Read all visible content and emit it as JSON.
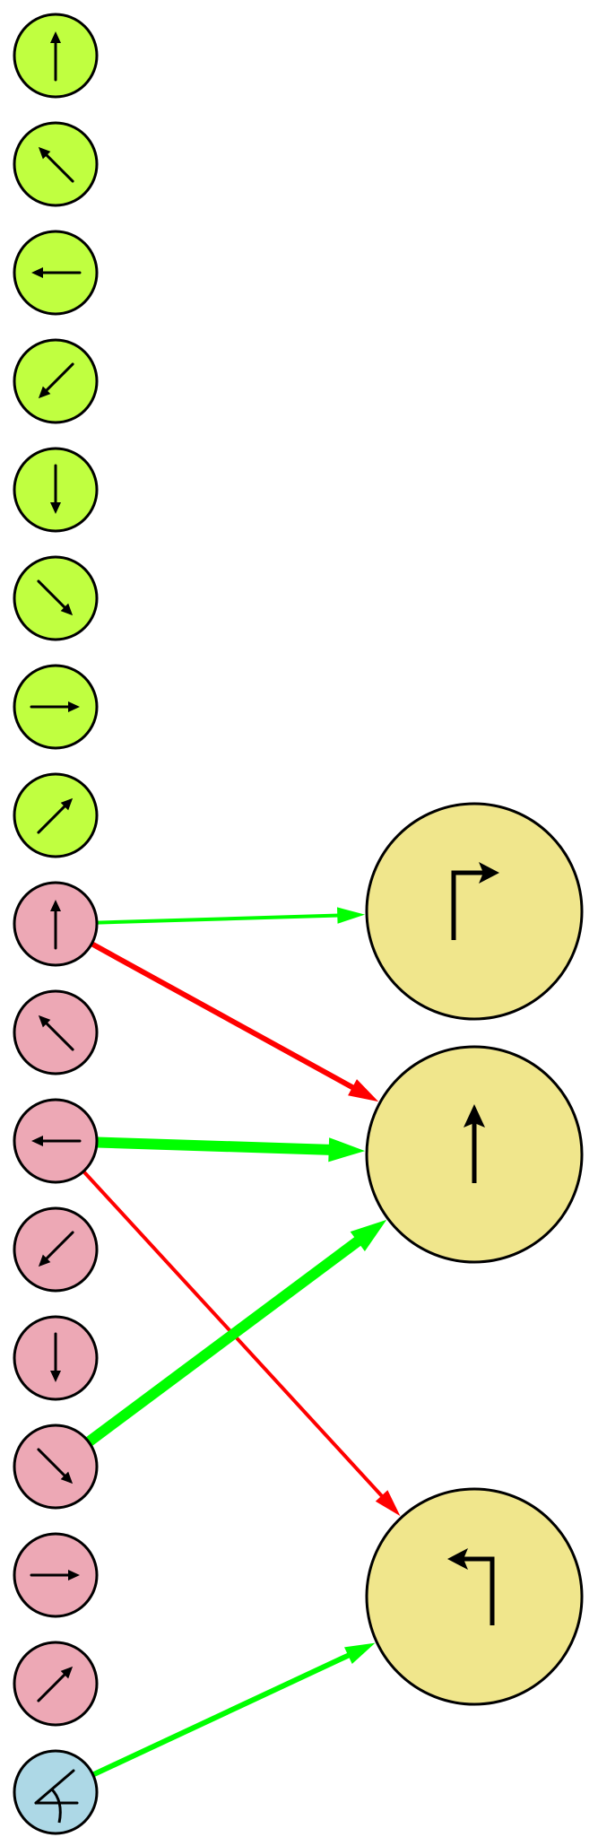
{
  "colors": {
    "background": "#ffffff",
    "green_node": "#c0ff40",
    "pink_node": "#eda8b5",
    "blue_node": "#add8e6",
    "output_node": "#f0e68c",
    "excitatory_edge": "#00ff00",
    "inhibitory_edge": "#ff0000",
    "stroke": "#000000"
  },
  "input_nodes": [
    {
      "group": "green",
      "icon": "arrow-up-icon"
    },
    {
      "group": "green",
      "icon": "arrow-up-left-icon"
    },
    {
      "group": "green",
      "icon": "arrow-left-icon"
    },
    {
      "group": "green",
      "icon": "arrow-down-left-icon"
    },
    {
      "group": "green",
      "icon": "arrow-down-icon"
    },
    {
      "group": "green",
      "icon": "arrow-down-right-icon"
    },
    {
      "group": "green",
      "icon": "arrow-right-icon"
    },
    {
      "group": "green",
      "icon": "arrow-up-right-icon"
    },
    {
      "group": "pink",
      "icon": "arrow-up-icon"
    },
    {
      "group": "pink",
      "icon": "arrow-up-left-icon"
    },
    {
      "group": "pink",
      "icon": "arrow-left-icon"
    },
    {
      "group": "pink",
      "icon": "arrow-down-left-icon"
    },
    {
      "group": "pink",
      "icon": "arrow-down-icon"
    },
    {
      "group": "pink",
      "icon": "arrow-down-right-icon"
    },
    {
      "group": "pink",
      "icon": "arrow-right-icon"
    },
    {
      "group": "pink",
      "icon": "arrow-up-right-icon"
    },
    {
      "group": "blue",
      "icon": "angle-icon"
    }
  ],
  "output_nodes": [
    {
      "icon": "turn-right-icon"
    },
    {
      "icon": "straight-up-icon"
    },
    {
      "icon": "turn-left-icon"
    }
  ],
  "edges": [
    {
      "from": 8,
      "to": 0,
      "type": "excitatory",
      "weight": 1
    },
    {
      "from": 8,
      "to": 1,
      "type": "inhibitory",
      "weight": 2
    },
    {
      "from": 10,
      "to": 1,
      "type": "excitatory",
      "weight": 3
    },
    {
      "from": 10,
      "to": 2,
      "type": "inhibitory",
      "weight": 1
    },
    {
      "from": 13,
      "to": 1,
      "type": "excitatory",
      "weight": 3
    },
    {
      "from": 16,
      "to": 2,
      "type": "excitatory",
      "weight": 2
    }
  ]
}
